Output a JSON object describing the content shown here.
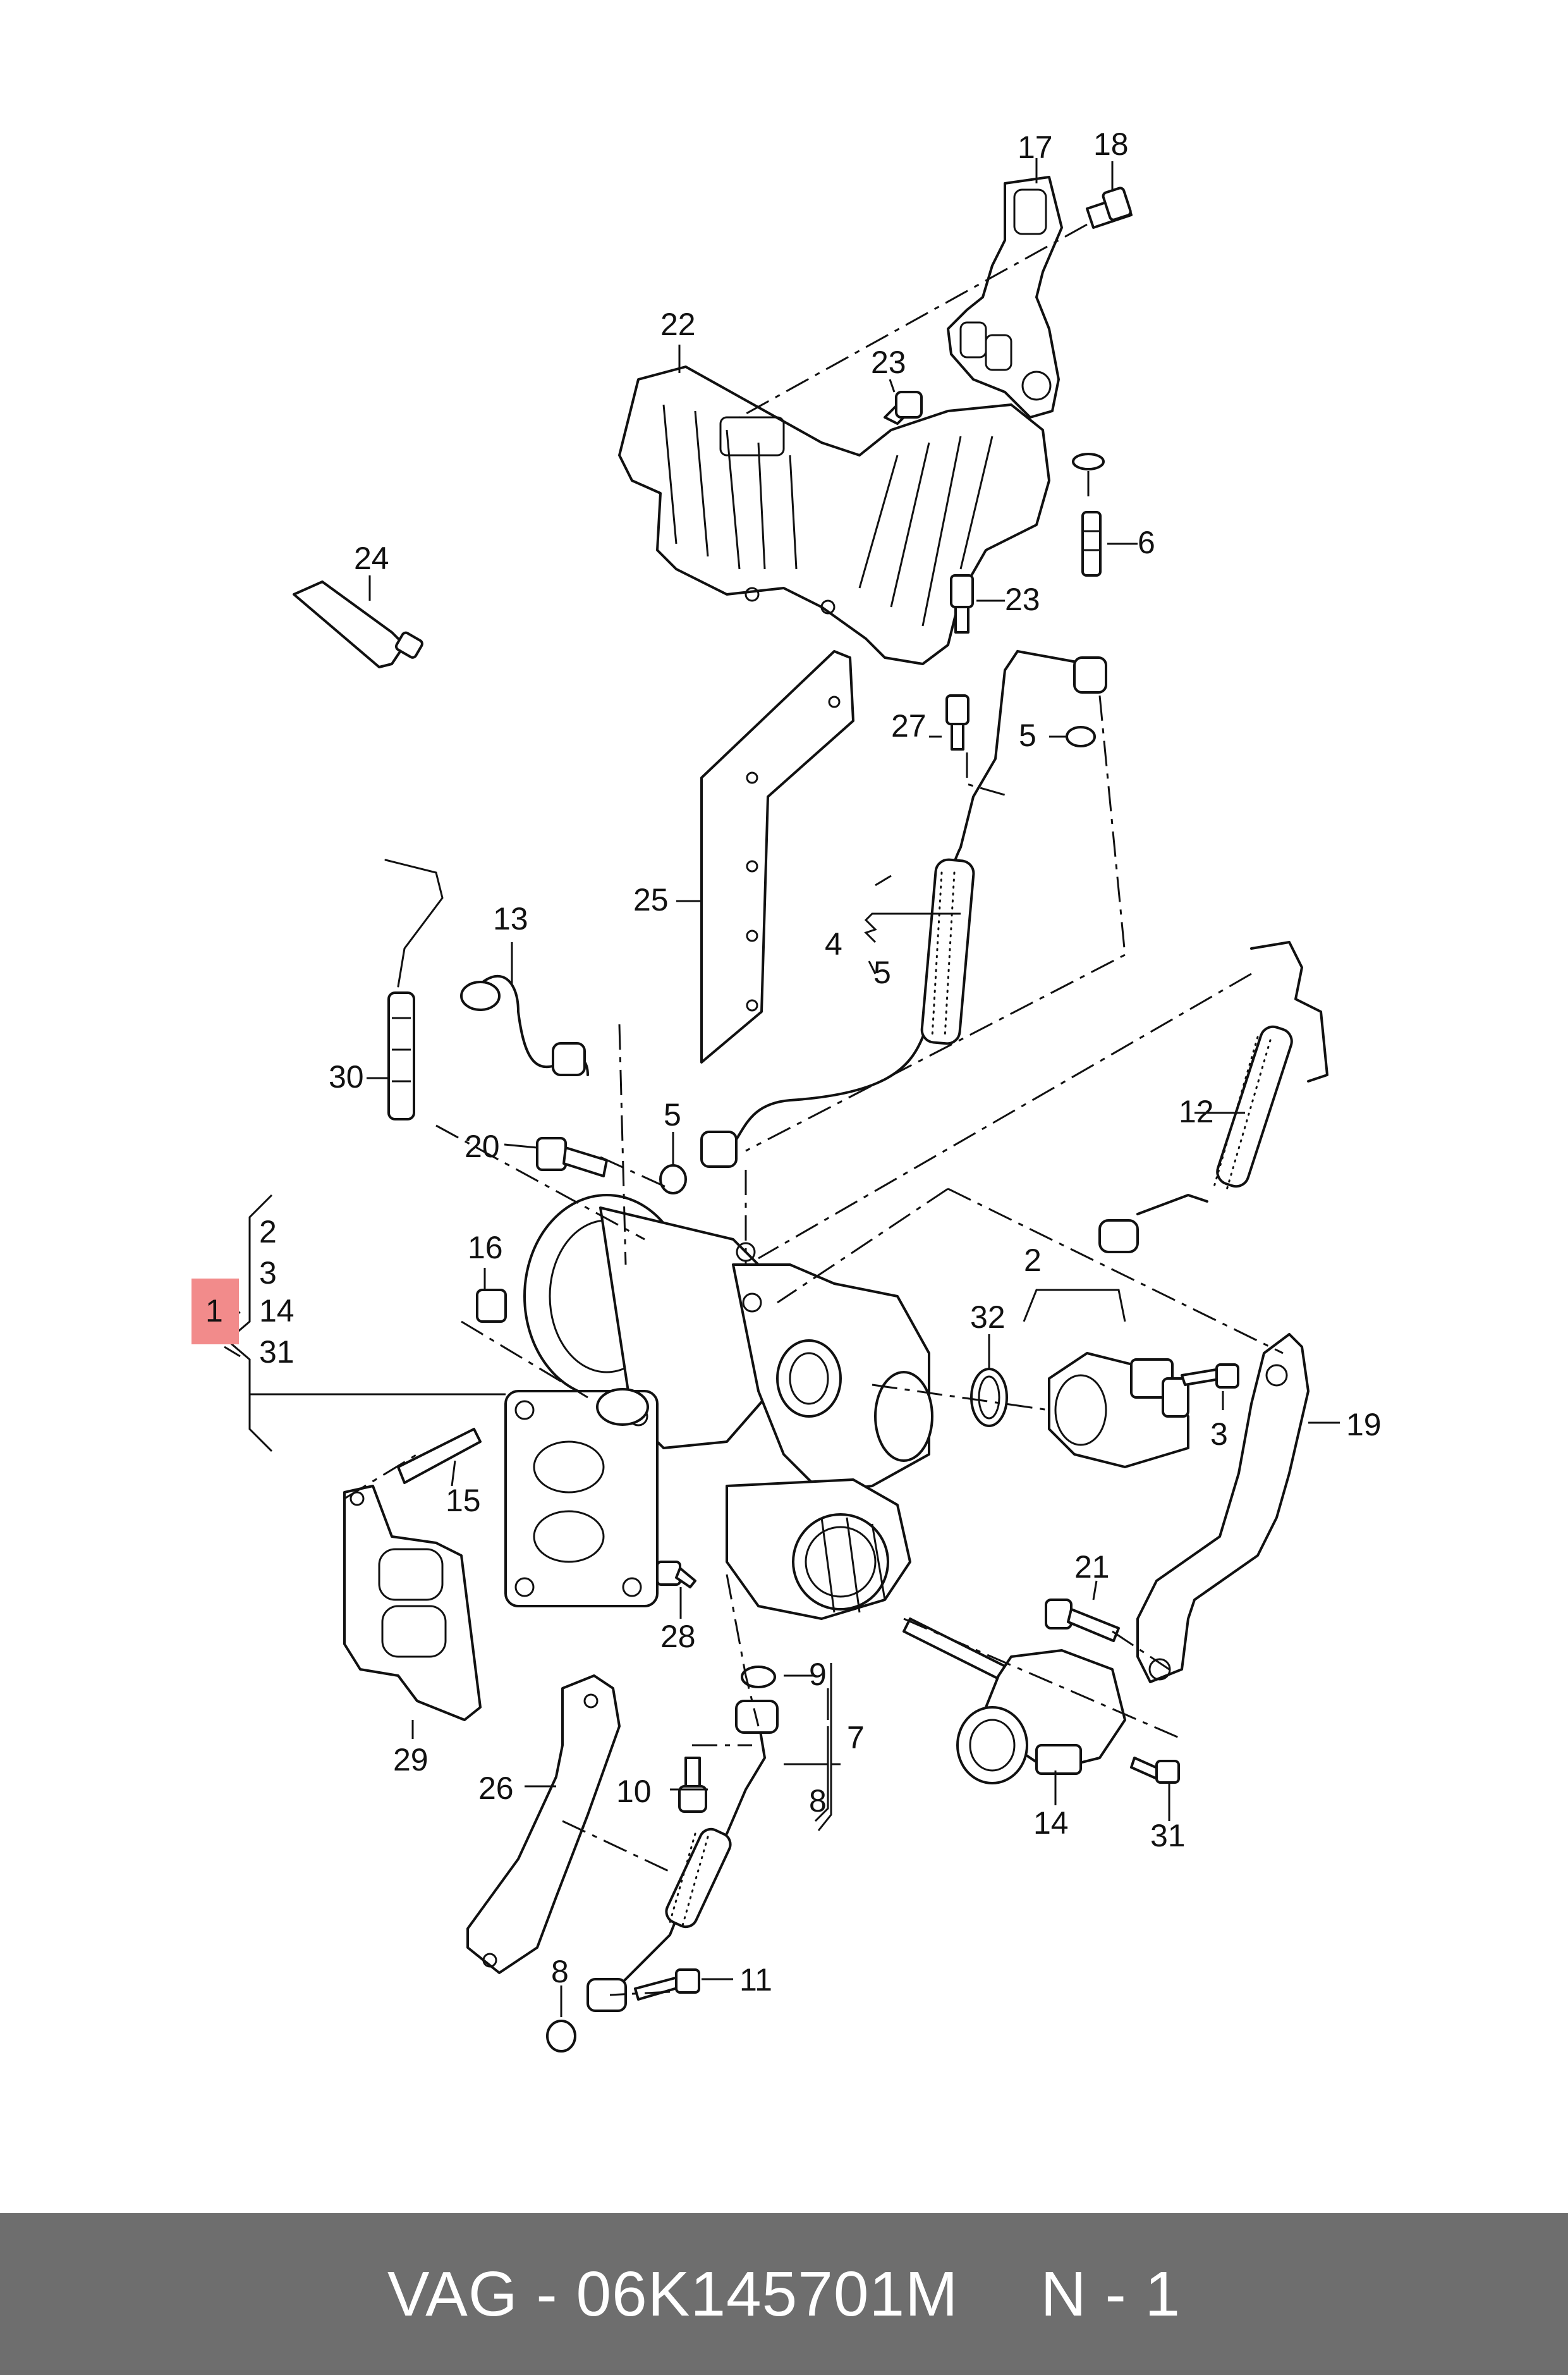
{
  "diagram": {
    "callouts": {
      "c1": "1",
      "c2_group": "2",
      "c3_group": "3",
      "c14_group": "14",
      "c31_group": "31",
      "c2": "2",
      "c3": "3",
      "c4": "4",
      "c5_group": "5",
      "c5_a": "5",
      "c5_b": "5",
      "c6": "6",
      "c7": "7",
      "c8_group": "8",
      "c8": "8",
      "c9": "9",
      "c10": "10",
      "c11": "11",
      "c12": "12",
      "c13": "13",
      "c14": "14",
      "c15": "15",
      "c16": "16",
      "c17": "17",
      "c18": "18",
      "c19": "19",
      "c20": "20",
      "c21": "21",
      "c22": "22",
      "c23_a": "23",
      "c23_b": "23",
      "c24": "24",
      "c25": "25",
      "c26": "26",
      "c27": "27",
      "c28": "28",
      "c29": "29",
      "c30": "30",
      "c31": "31",
      "c32": "32"
    },
    "highlight_color": "#f28b8b"
  },
  "footer": {
    "brand": "VAG",
    "separator": "-",
    "part_number": "06K145701M",
    "page_ref": "N - 1",
    "background": "#6e6e6e"
  }
}
